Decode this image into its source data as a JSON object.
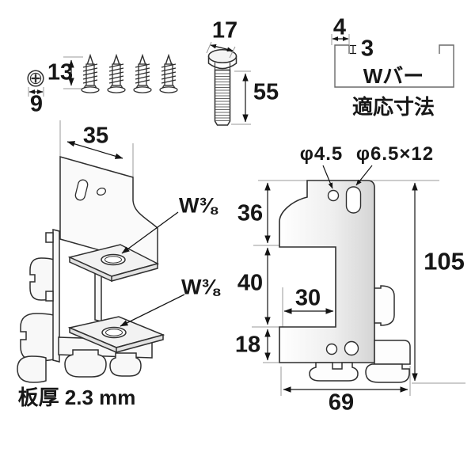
{
  "fasteners": {
    "screw_length": "13",
    "screw_head_diameter": "9",
    "bolt_head_width": "17",
    "bolt_length": "55"
  },
  "wbar_panel": {
    "lip_width": "4",
    "lip_depth": "3",
    "bar_label": "Wバー",
    "caption": "適応寸法"
  },
  "perspective_view": {
    "top_width": "35",
    "upper_thread_label": "W⅜",
    "lower_thread_label": "W⅜",
    "plate_thickness_note": "板厚 2.3 mm"
  },
  "front_view": {
    "hole_label": "φ4.5",
    "slot_label": "φ6.5×12",
    "dim_upper_height": "36",
    "dim_notch_height": "40",
    "dim_notch_depth": "30",
    "dim_lower_height": "18",
    "dim_total_height": "105",
    "dim_total_width": "69"
  },
  "colors": {
    "line": "#2f2f2f",
    "dimension": "#141414",
    "extension": "#9a9a9a",
    "fill_light": "#f8f8f8",
    "fill_shade": "#d5d5d5"
  }
}
